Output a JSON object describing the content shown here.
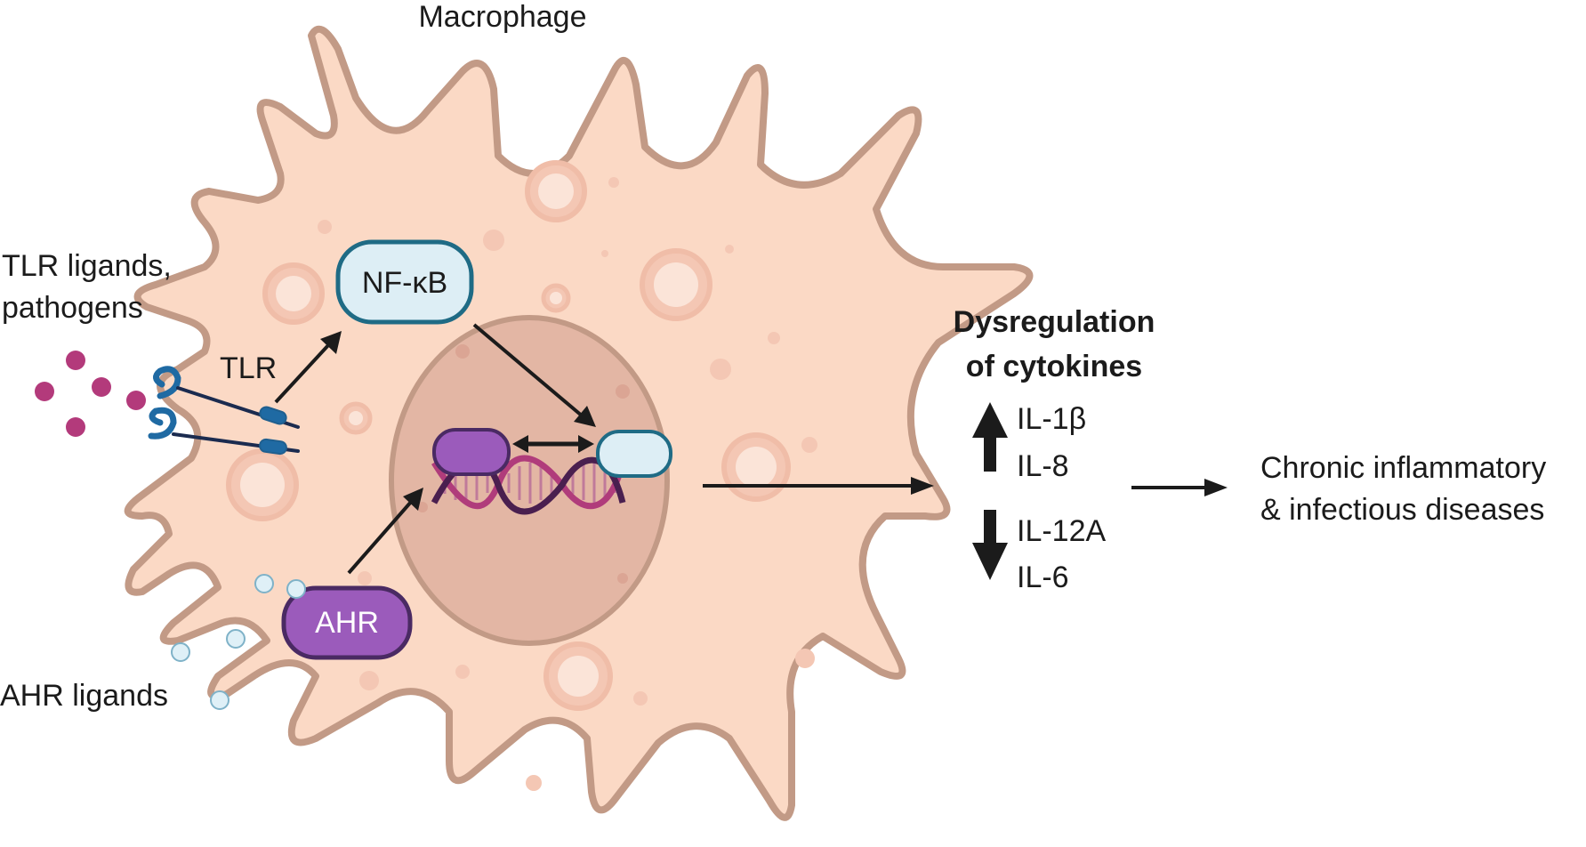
{
  "labels": {
    "macrophage": "Macrophage",
    "tlr_ligands_line1": "TLR ligands,",
    "tlr_ligands_line2": "pathogens",
    "tlr": "TLR",
    "ahr_ligands": "AHR ligands",
    "nfkb": "NF-κB",
    "ahr": "AHR",
    "dysregulation_line1": "Dysregulation",
    "dysregulation_line2": "of cytokines",
    "up_cytokines": [
      "IL-1β",
      "IL-8"
    ],
    "down_cytokines": [
      "IL-12A",
      "IL-6"
    ],
    "outcome_line1": "Chronic inflammatory",
    "outcome_line2": "& infectious diseases"
  },
  "colors": {
    "cell_fill": "#fbd9c5",
    "cell_outline": "#c29a86",
    "nucleus_fill": "#e3b6a4",
    "nfkb_fill": "#ddeef5",
    "nfkb_outline": "#1f6b85",
    "ahr_fill": "#9b5bbb",
    "ahr_outline": "#4a2a63",
    "tlr_ligand": "#b33a7b",
    "ahr_ligand": "#dff0f7",
    "receptor": "#1f6aa3",
    "dna_strand_a": "#b03c7b",
    "dna_strand_b": "#4a1f4f",
    "arrow": "#1b1b1b"
  }
}
